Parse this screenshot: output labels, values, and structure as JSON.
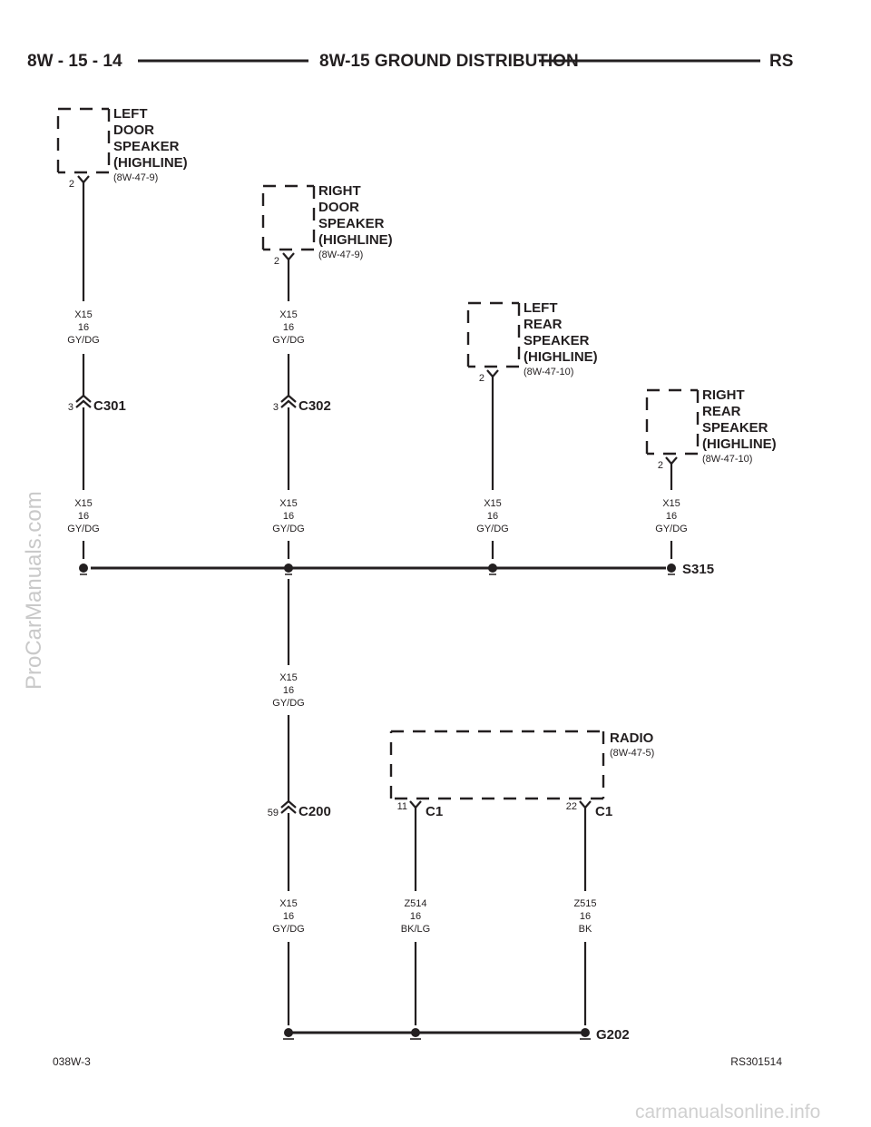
{
  "header": {
    "page_ref": "8W - 15 - 14",
    "title": "8W-15 GROUND DISTRIBUTION",
    "model": "RS"
  },
  "components": [
    {
      "name_lines": [
        "LEFT",
        "DOOR",
        "SPEAKER",
        "(HIGHLINE)"
      ],
      "ref": "(8W-47-9)",
      "pin": "2"
    },
    {
      "name_lines": [
        "RIGHT",
        "DOOR",
        "SPEAKER",
        "(HIGHLINE)"
      ],
      "ref": "(8W-47-9)",
      "pin": "2"
    },
    {
      "name_lines": [
        "LEFT",
        "REAR",
        "SPEAKER",
        "(HIGHLINE)"
      ],
      "ref": "(8W-47-10)",
      "pin": "2"
    },
    {
      "name_lines": [
        "RIGHT",
        "REAR",
        "SPEAKER",
        "(HIGHLINE)"
      ],
      "ref": "(8W-47-10)",
      "pin": "2"
    }
  ],
  "radio": {
    "name": "RADIO",
    "ref": "(8W-47-5)",
    "pins": [
      {
        "pin": "11",
        "connector": "C1"
      },
      {
        "pin": "22",
        "connector": "C1"
      }
    ]
  },
  "wire_labels": [
    {
      "circuit": "X15",
      "gauge": "16",
      "color": "GY/DG"
    },
    {
      "circuit": "X15",
      "gauge": "16",
      "color": "GY/DG"
    },
    {
      "circuit": "X15",
      "gauge": "16",
      "color": "GY/DG"
    },
    {
      "circuit": "X15",
      "gauge": "16",
      "color": "GY/DG"
    },
    {
      "circuit": "X15",
      "gauge": "16",
      "color": "GY/DG"
    },
    {
      "circuit": "X15",
      "gauge": "16",
      "color": "GY/DG"
    },
    {
      "circuit": "X15",
      "gauge": "16",
      "color": "GY/DG"
    },
    {
      "circuit": "X15",
      "gauge": "16",
      "color": "GY/DG"
    },
    {
      "circuit": "Z514",
      "gauge": "16",
      "color": "BK/LG"
    },
    {
      "circuit": "Z515",
      "gauge": "16",
      "color": "BK"
    }
  ],
  "inline_connectors": [
    {
      "pin": "3",
      "name": "C301"
    },
    {
      "pin": "3",
      "name": "C302"
    },
    {
      "pin": "59",
      "name": "C200"
    }
  ],
  "splice": {
    "name": "S315"
  },
  "ground": {
    "name": "G202"
  },
  "footer": {
    "left": "038W-3",
    "right": "RS301514"
  },
  "watermarks": {
    "side": "ProCarManuals.com",
    "bottom": "carmanualsonline.info"
  }
}
